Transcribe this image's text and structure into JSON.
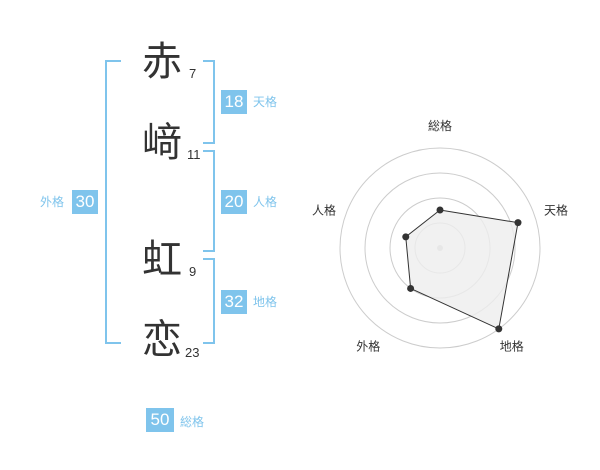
{
  "name": {
    "characters": [
      {
        "char": "赤",
        "strokes": "7"
      },
      {
        "char": "﨑",
        "strokes": "11"
      },
      {
        "char": "虹",
        "strokes": "9"
      },
      {
        "char": "恋",
        "strokes": "23"
      }
    ]
  },
  "kaku": {
    "tenkaku": {
      "value": "18",
      "label": "天格"
    },
    "jinkaku": {
      "value": "20",
      "label": "人格"
    },
    "chikaku": {
      "value": "32",
      "label": "地格"
    },
    "gaikaku": {
      "value": "30",
      "label": "外格"
    },
    "soukaku": {
      "value": "50",
      "label": "総格"
    }
  },
  "colors": {
    "accent": "#7fc4ec",
    "radar_fill": "#eeeeee",
    "radar_line": "#333333",
    "grid": "#cccccc"
  },
  "chart_data": {
    "type": "radar",
    "axes": [
      "総格",
      "天格",
      "地格",
      "外格",
      "人格"
    ],
    "values": [
      0.38,
      0.82,
      1.0,
      0.5,
      0.36
    ],
    "range": [
      0,
      1
    ],
    "rings": 4
  }
}
